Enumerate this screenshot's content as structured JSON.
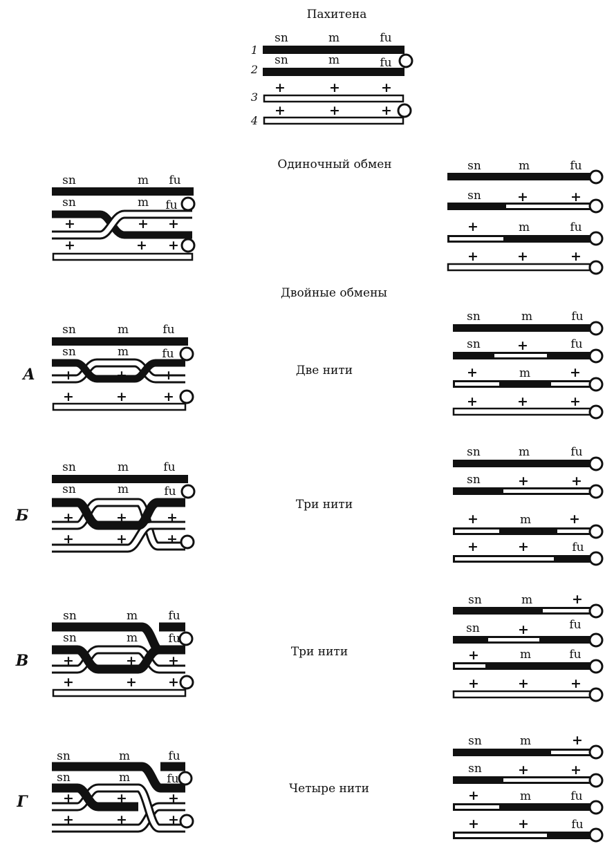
{
  "titles": {
    "pachytene": "Пахитена",
    "single": "Одиночный обмен",
    "double": "Двойные обмены"
  },
  "genes": {
    "sn": "sn",
    "m": "m",
    "fu": "fu",
    "plus": "+"
  },
  "chromatid_numbers": [
    "1",
    "2",
    "3",
    "4"
  ],
  "panels": [
    {
      "letter": "А",
      "label": "Две нити"
    },
    {
      "letter": "Б",
      "label": "Три нити"
    },
    {
      "letter": "В",
      "label": "Три нити"
    },
    {
      "letter": "Г",
      "label": "Четыре нити"
    }
  ],
  "results": {
    "single": [
      [
        "sn",
        "m",
        "fu"
      ],
      [
        "sn",
        "+",
        "+"
      ],
      [
        "+",
        "m",
        "fu"
      ],
      [
        "+",
        "+",
        "+"
      ]
    ],
    "A": [
      [
        "sn",
        "m",
        "fu"
      ],
      [
        "sn",
        "+",
        "fu"
      ],
      [
        "+",
        "m",
        "+"
      ],
      [
        "+",
        "+",
        "+"
      ]
    ],
    "B": [
      [
        "sn",
        "m",
        "fu"
      ],
      [
        "sn",
        "+",
        "+"
      ],
      [
        "+",
        "m",
        "+"
      ],
      [
        "+",
        "+",
        "fu"
      ]
    ],
    "C": [
      [
        "sn",
        "m",
        "+"
      ],
      [
        "sn",
        "+",
        "fu"
      ],
      [
        "+",
        "m",
        "fu"
      ],
      [
        "+",
        "+",
        "+"
      ]
    ],
    "D": [
      [
        "sn",
        "m",
        "+"
      ],
      [
        "sn",
        "+",
        "+"
      ],
      [
        "+",
        "m",
        "fu"
      ],
      [
        "+",
        "+",
        "fu"
      ]
    ]
  },
  "colors": {
    "ink": "#111111",
    "paper": "#ffffff"
  }
}
